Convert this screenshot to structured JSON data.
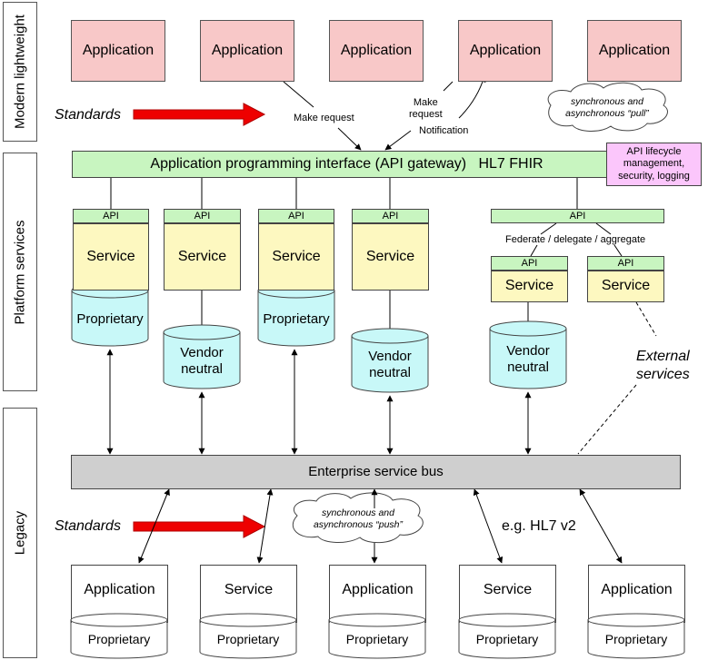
{
  "tiers": {
    "modern": "Modern lightweight",
    "platform": "Platform services",
    "legacy": "Legacy"
  },
  "top_apps": [
    "Application",
    "Application",
    "Application",
    "Application",
    "Application"
  ],
  "standards_top": "Standards",
  "standards_bottom": "Standards",
  "make_request_1": "Make request",
  "make_request_2_line1": "Make",
  "make_request_2_line2": "request",
  "notification": "Notification",
  "cloud_pull_line1": "synchronous and",
  "cloud_pull_line2": "asynchronous “pull”",
  "cloud_push_line1": "synchronous and",
  "cloud_push_line2": "asynchronous “push”",
  "gateway": "Application programming interface (API gateway)   HL7 FHIR",
  "lifecycle_line1": "API lifecycle",
  "lifecycle_line2": "management,",
  "lifecycle_line3": "security, logging",
  "api_label": "API",
  "service_label": "Service",
  "proprietary": "Proprietary",
  "vendor_line1": "Vendor",
  "vendor_line2": "neutral",
  "federate": "Federate / delegate / aggregate",
  "external_line1": "External",
  "external_line2": "services",
  "esb": "Enterprise service bus",
  "hl7v2": "e.g. HL7 v2",
  "legacy_systems": [
    "Application",
    "Service",
    "Application",
    "Service",
    "Application"
  ],
  "colors": {
    "app": "#f8c8c8",
    "api": "#c8f5c0",
    "service": "#fdf8c0",
    "db": "#c8f8f8",
    "esb": "#cfcfcf",
    "lifecycle": "#fbc6fb",
    "arrow": "#ee0000"
  }
}
